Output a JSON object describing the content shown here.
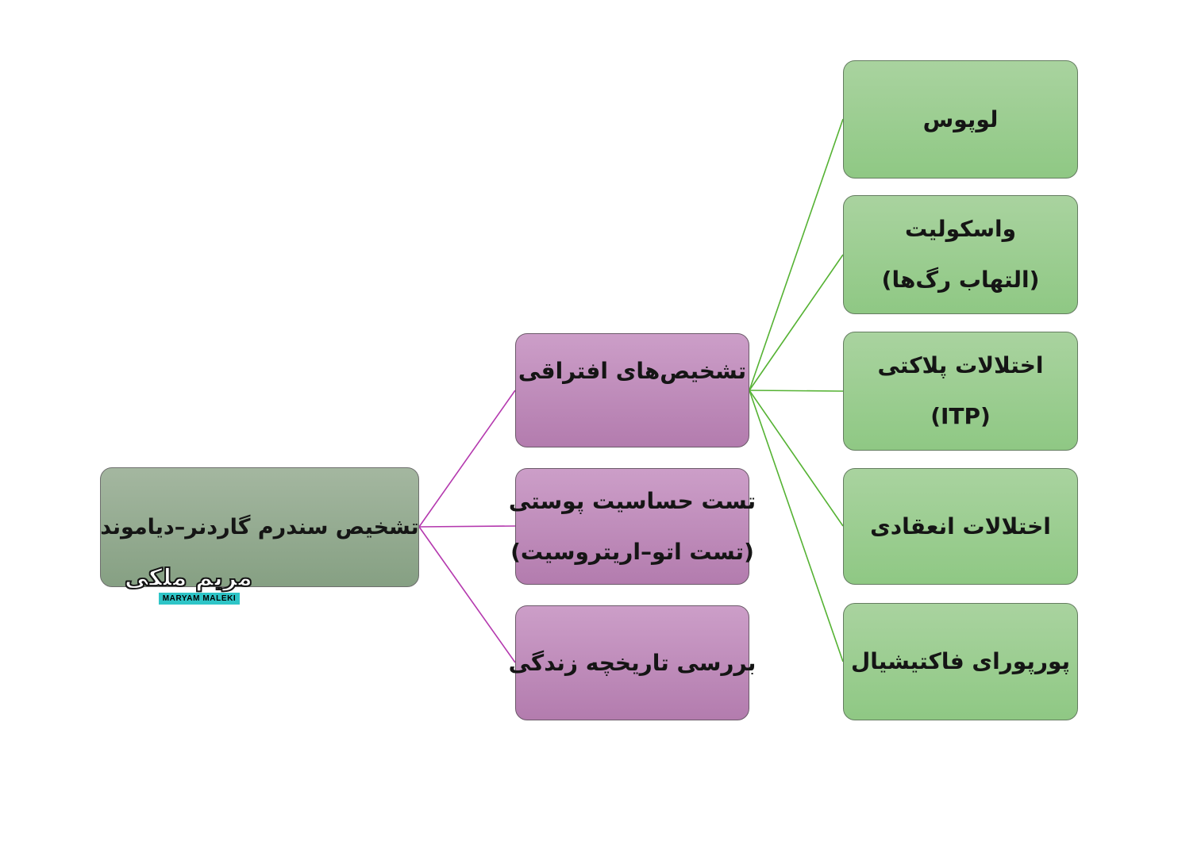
{
  "diagram": {
    "root": {
      "label": "تشخیص سندرم گاردنر–دیاموند"
    },
    "branches": [
      {
        "lines": [
          "تشخیص‌های افتراقی"
        ]
      },
      {
        "lines": [
          "تست حساسیت پوستی",
          "(تست اتو–اریتروسیت)"
        ]
      },
      {
        "lines": [
          "بررسی تاریخچه زندگی"
        ]
      }
    ],
    "leaves": [
      {
        "lines": [
          "لوپوس"
        ]
      },
      {
        "lines": [
          "واسکولیت",
          "(التهاب رگ‌ها)"
        ]
      },
      {
        "lines": [
          "اختلالات پلاکتی",
          "(ITP)"
        ]
      },
      {
        "lines": [
          "اختلالات انعقادی"
        ]
      },
      {
        "lines": [
          "پورپورای فاکتیشیال"
        ]
      }
    ],
    "colors": {
      "root_fill_top": "#a4b7a0",
      "root_fill_bottom": "#86a083",
      "branch_fill_top": "#cc9ec8",
      "branch_fill_bottom": "#b37cae",
      "leaf_fill_top": "#a9d39f",
      "leaf_fill_bottom": "#8fc884",
      "branch_connector": "#b438ae",
      "leaf_connector": "#55b233"
    }
  },
  "watermark": {
    "calligraphy": "مریم ملکی",
    "name": "MARYAM MALEKI",
    "band_color": "#2ec5c7"
  }
}
